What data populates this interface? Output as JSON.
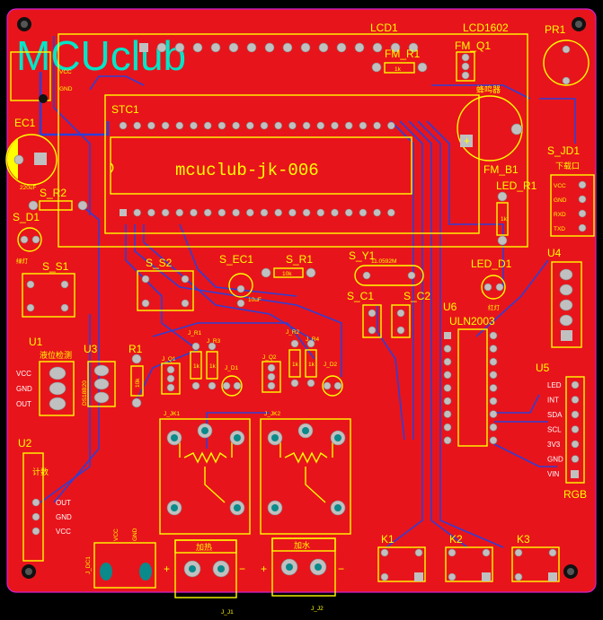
{
  "board": {
    "brand": "MCUclub",
    "center_label": "mcuclub-jk-006",
    "colors": {
      "copper": "#e8141b",
      "silkscreen": "#ffff00",
      "trace": "#2f3fd6",
      "brand": "#00e6c8",
      "outline": "#d020d0"
    }
  },
  "labels": {
    "lcd1": "LCD1",
    "lcd1602": "LCD1602",
    "stc1": "STC1",
    "pr1": "PR1",
    "fm_r1": "FM_R1",
    "fm_r1_val": "1k",
    "fm_q1": "FM_Q1",
    "buzzer_cn": "蜂鸣器",
    "fm_b1": "FM_B1",
    "s_jd1": "S_JD1",
    "s_jd1_sub": "下载口",
    "jd_pins": [
      "VCC",
      "GND",
      "RXD",
      "TXD"
    ],
    "ec1": "EC1",
    "ec1_val": "220uF",
    "s_r2": "S_R2",
    "s_d1": "S_D1",
    "s_d1_sub": "绿灯",
    "s_s1": "S_S1",
    "s_s2": "S_S2",
    "s_ec1": "S_EC1",
    "s_ec1_val": "10uF",
    "s_r1": "S_R1",
    "s_r1_val": "10k",
    "s_y1": "S_Y1",
    "s_y1_sub": "11.0592M",
    "s_c1": "S_C1",
    "s_c2": "S_C2",
    "led_r1": "LED_R1",
    "led_r1_val": "1k",
    "led_d1": "LED_D1",
    "led_d1_sub": "红灯",
    "u4": "U4",
    "u6": "U6",
    "uln": "ULN2003",
    "u5": "U5",
    "rgb": "RGB",
    "u5_pins": [
      "LED",
      "INT",
      "SDA",
      "SCL",
      "3V3",
      "GND",
      "VIN"
    ],
    "u1": "U1",
    "u1_sub": "液位检测",
    "u1_pins": [
      "VCC",
      "GND",
      "OUT"
    ],
    "u3": "U3",
    "u3_sub": "DS18B20",
    "r1": "R1",
    "r1_val": "10k",
    "u2": "U2",
    "u2_sub": "计数",
    "u2_pins": [
      "OUT",
      "GND",
      "VCC"
    ],
    "dc_pins": [
      "VCC",
      "GND"
    ],
    "j_dc": "J_DC1",
    "j_r1": "J_R1",
    "j_r3": "J_R3",
    "j_q1": "J_Q1",
    "j_d1": "J_D1",
    "j_r2": "J_R2",
    "j_r4": "J_R4",
    "j_q2": "J_Q2",
    "j_d2": "J_D2",
    "j_jk1": "J_JK1",
    "j_jk2": "J_JK2",
    "term1": "加热",
    "term2": "加水",
    "j_j1": "J_J1",
    "j_j2": "J_J2",
    "k1": "K1",
    "k2": "K2",
    "k3": "K3",
    "plus": "+",
    "minus": "−",
    "j_val": "1k"
  }
}
